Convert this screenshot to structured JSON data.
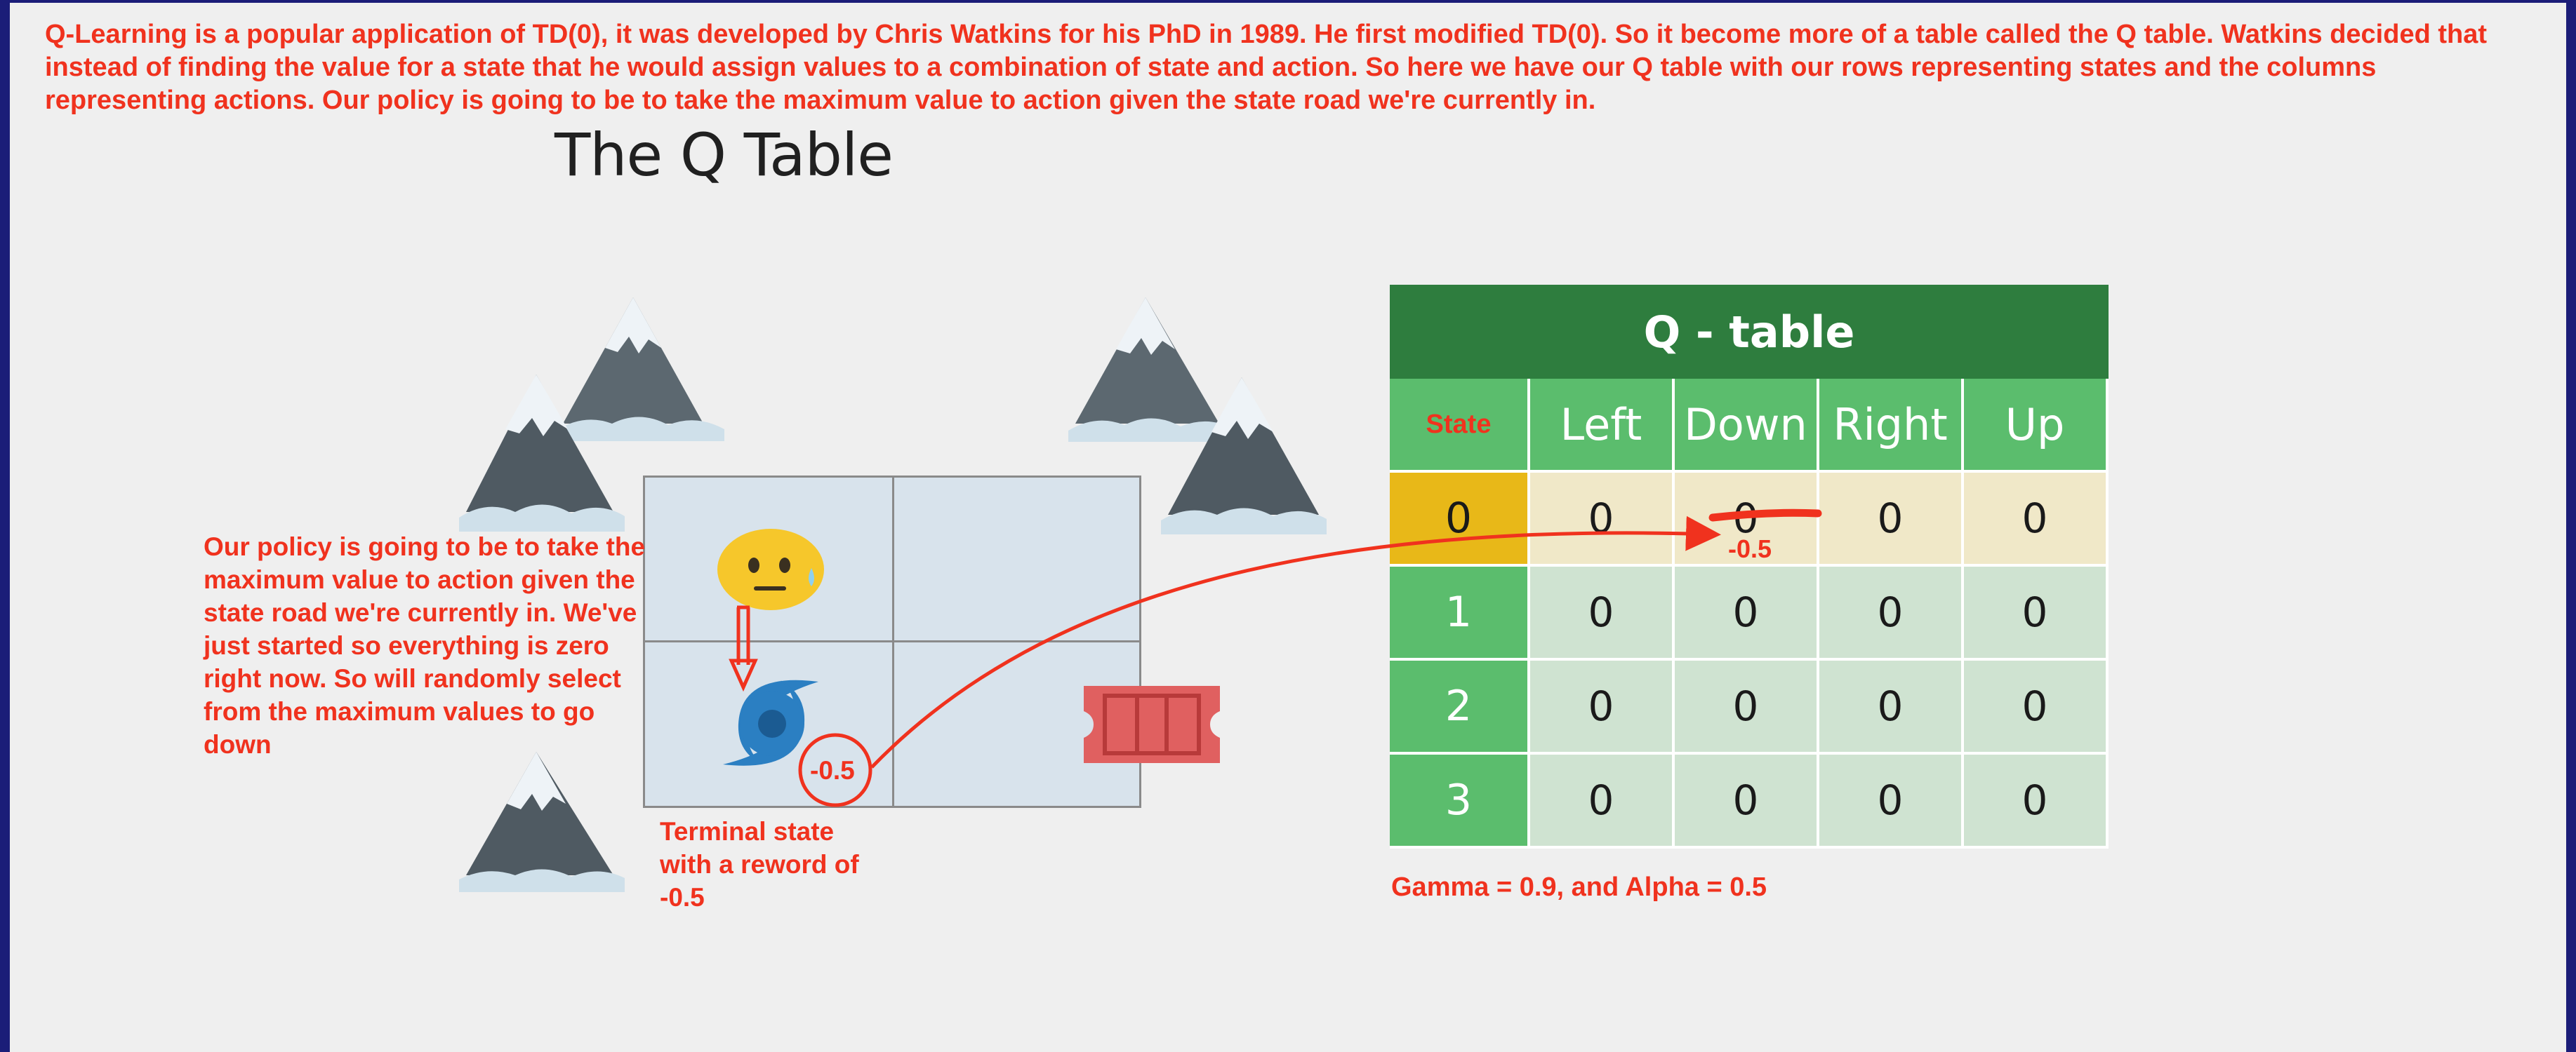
{
  "intro_text": "Q-Learning is a popular application of TD(0), it was developed by Chris Watkins for his PhD in 1989. He first modified TD(0). So it become more of a table called the Q table. Watkins decided that instead of finding the value for a state that he would assign values to a combination of state and action. So here we have our Q table with our rows representing states and the columns representing actions. Our policy is going to be to take the maximum value to action given the state road we're currently in.",
  "slide_title": "The Q Table",
  "policy_note": "Our policy is going to be to take the maximum value to action given the state road we're currently in. We've just started so everything is zero right now. So will randomly select from the maximum values to go down",
  "terminal_note": "Terminal state with a reword of -0.5",
  "reward_label": "-0.5",
  "update_label": "-0.5",
  "params_note": "Gamma = 0.9, and Alpha = 0.5",
  "icons": [
    "mountain-icon",
    "worried-face-icon",
    "hurricane-icon",
    "ticket-icon"
  ],
  "colors": {
    "annotation_red": "#f0321e",
    "table_title_green": "#2e7d3e",
    "header_green": "#5bbd6d",
    "active_state_yellow": "#e8b818",
    "value_cell_green": "#cfe3d1",
    "active_row_beige": "#f0e8c8"
  },
  "q_table": {
    "title": "Q - table",
    "state_header": "State",
    "actions": [
      "Left",
      "Down",
      "Right",
      "Up"
    ],
    "rows": [
      {
        "state": "0",
        "values": [
          "0",
          "0",
          "0",
          "0"
        ]
      },
      {
        "state": "1",
        "values": [
          "0",
          "0",
          "0",
          "0"
        ]
      },
      {
        "state": "2",
        "values": [
          "0",
          "0",
          "0",
          "0"
        ]
      },
      {
        "state": "3",
        "values": [
          "0",
          "0",
          "0",
          "0"
        ]
      }
    ],
    "active_row": 0
  }
}
